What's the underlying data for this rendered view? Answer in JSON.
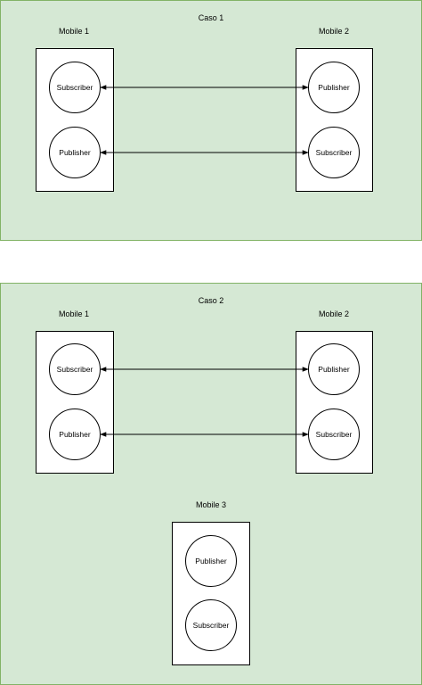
{
  "case1": {
    "title": "Caso 1",
    "mobile1": {
      "label": "Mobile 1",
      "top": "Subscriber",
      "bottom": "Publisher"
    },
    "mobile2": {
      "label": "Mobile 2",
      "top": "Publisher",
      "bottom": "Subscriber"
    }
  },
  "case2": {
    "title": "Caso 2",
    "mobile1": {
      "label": "Mobile 1",
      "top": "Subscriber",
      "bottom": "Publisher"
    },
    "mobile2": {
      "label": "Mobile 2",
      "top": "Publisher",
      "bottom": "Subscriber"
    },
    "mobile3": {
      "label": "Mobile 3",
      "top": "Publisher",
      "bottom": "Subscriber"
    }
  },
  "colors": {
    "panel_fill": "#d5e8d4",
    "panel_border": "#82b366",
    "stroke": "#000000"
  }
}
